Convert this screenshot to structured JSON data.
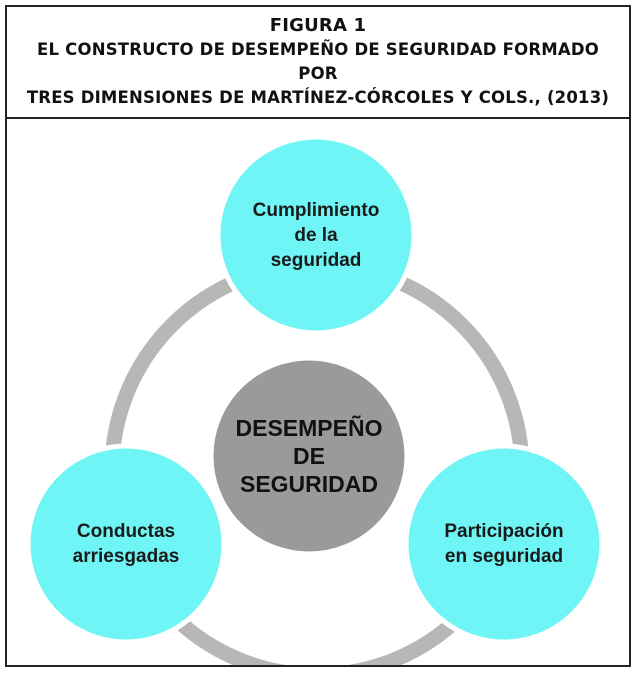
{
  "figure": {
    "label": "FIGURA 1",
    "caption_line1": "EL CONSTRUCTO DE DESEMPEÑO DE SEGURIDAD FORMADO POR",
    "caption_line2": "TRES DIMENSIONES DE MARTÍNEZ-CÓRCOLES Y COLS., (2013)"
  },
  "diagram": {
    "center": {
      "line1": "DESEMPEÑO",
      "line2": "DE",
      "line3": "SEGURIDAD"
    },
    "nodes": {
      "top": {
        "line1": "Cumplimiento",
        "line2": "de la",
        "line3": "seguridad"
      },
      "left": {
        "line1": "Conductas",
        "line2": "arriesgadas"
      },
      "right": {
        "line1": "Participación",
        "line2": "en seguridad"
      }
    },
    "colors": {
      "node_fill": "#6ff5f5",
      "center_fill": "#9a9a9a",
      "ring": "#b7b7b7",
      "border": "#222222"
    }
  }
}
